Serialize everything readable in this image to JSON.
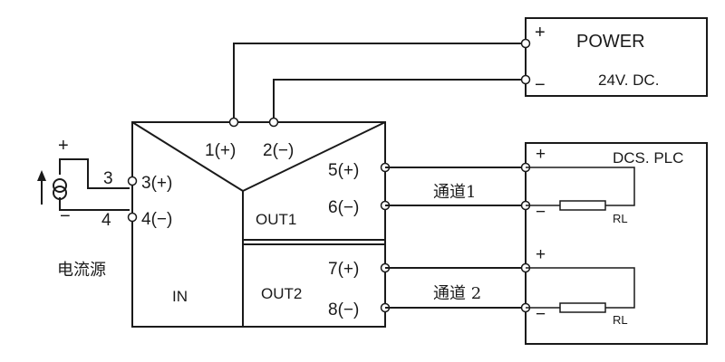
{
  "power": {
    "title": "POWER",
    "spec": "24V. DC.",
    "plus": "+",
    "minus": "−"
  },
  "dcs": {
    "title": "DCS. PLC",
    "plus1": "+",
    "minus1": "−",
    "plus2": "+",
    "minus2": "−",
    "rl1": "RL",
    "rl2": "RL"
  },
  "module": {
    "t1": "1(+)",
    "t2": "2(−)",
    "t3": "3(+)",
    "t4": "4(−)",
    "t5": "5(+)",
    "t6": "6(−)",
    "t7": "7(+)",
    "t8": "8(−)",
    "out1": "OUT1",
    "out2": "OUT2",
    "in": "IN"
  },
  "source": {
    "plus": "+",
    "minus": "−",
    "n3": "3",
    "n4": "4",
    "label": "电流源"
  },
  "channels": {
    "ch1": "通道1",
    "ch2": "通道 2"
  }
}
